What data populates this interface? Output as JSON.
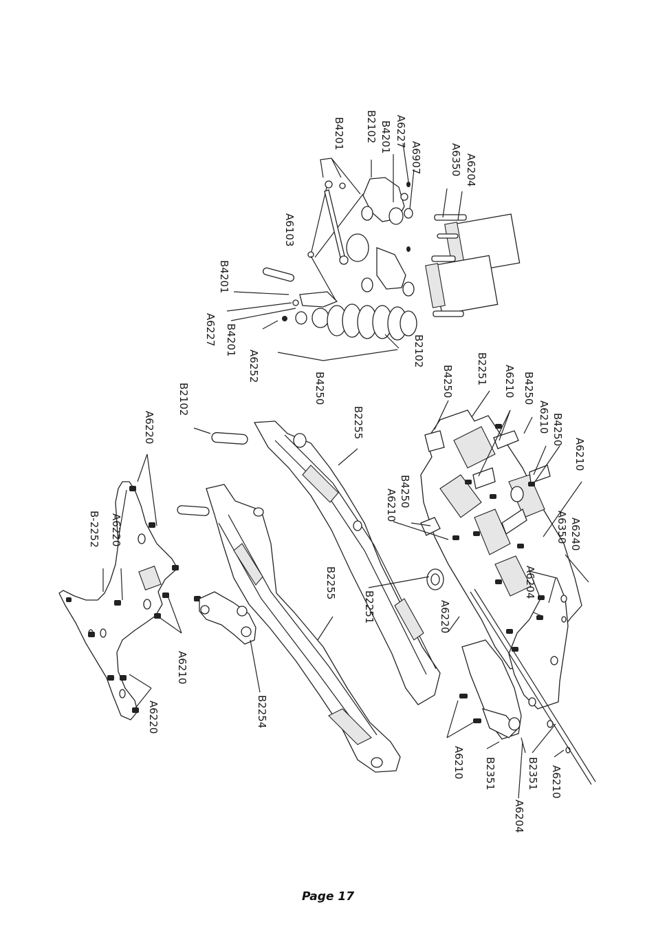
{
  "page": {
    "label": "Page 17"
  },
  "labels": [
    "B4201",
    "B2102",
    "B4201",
    "A6227",
    "A6907",
    "A6350",
    "A6204",
    "A6103",
    "B4201",
    "A6227",
    "B4201",
    "A6252",
    "B4250",
    "B2102",
    "B2102",
    "B2255",
    "A6220",
    "A6220",
    "B-2252",
    "B2255",
    "B2251",
    "A6210",
    "A6220",
    "B2254",
    "B4250",
    "B2251",
    "A6210",
    "B4250",
    "A6210",
    "B4250",
    "A6210",
    "B4250",
    "A6210",
    "A6240",
    "A6350",
    "A6204",
    "A6220",
    "A6210",
    "B2351",
    "B2351",
    "A6210",
    "A6204"
  ]
}
